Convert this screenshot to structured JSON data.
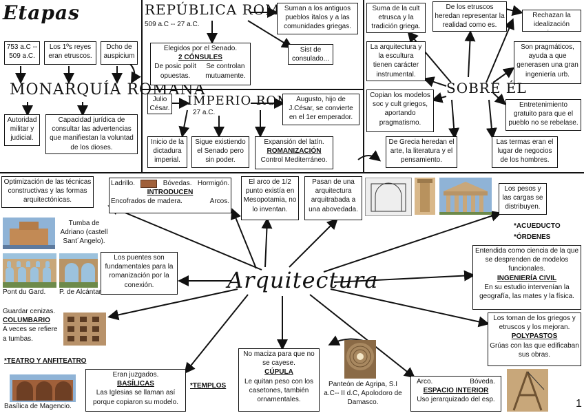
{
  "titles": {
    "etapas": "Etapas",
    "republica": "REPÚBLICA ROMANA",
    "republica_dates": "509 a.C -- 27 a.C.",
    "monarquia": "MONARQUÍA ROMANA",
    "imperio": "IMPERIO ROMANO",
    "imperio_date": "27 a.C.",
    "sobre_el": "SOBRE ÉL",
    "arquitectura": "Arquitectura",
    "page_number": "1"
  },
  "monarquia": {
    "dates": "753 a.C -- 509 a.C.",
    "reyes": "Los 1ºs reyes eran etruscos.",
    "auspicium": "Dcho de auspicium",
    "autoridad": "Autoridad militar y judicial.",
    "capacidad": "Capacidad jurídica de consultar las advertencias que manifiestan la voluntad de los dioses."
  },
  "republica": {
    "suman": "Suman a los antiguos pueblos ítalos y a las comunidades griegas.",
    "elegidos": "Elegidos por el Senado.",
    "consules": "2 CÓNSULES",
    "posic": "De posic polít opuestas.",
    "controlan": "Se controlan mutuamente.",
    "sist": "Sist de consulado..."
  },
  "imperio": {
    "julio": "Julio César.",
    "augusto": "Augusto, hijo de J.César, se convierte en el 1er emperador.",
    "inicio": "Inicio de la dictadura imperial.",
    "sigue": "Sigue existiendo el Senado pero sin poder.",
    "expansion": "Expansión del latín.",
    "romanizacion": "ROMANIZACIÓN",
    "control": "Control Mediterráneo."
  },
  "sobre": {
    "suma": "Suma de la cult etrusca y la tradición griega.",
    "heredan": "De los etruscos heredan representar la realidad como es.",
    "rechazan": "Rechazan la idealización griega.",
    "arq_esc": "La arquitectura y la escultura tienen carácter instrumental.",
    "pragmaticos": "Son pragmáticos, ayuda a que generasen una gran ingeniería urb.",
    "copian": "Copian los modelos soc y cult griegos, aportando pragmatismo.",
    "entretenimiento": "Entretenimiento gratuito para que el pueblo no se rebelase.",
    "grecia": "De Grecia heredan el arte, la literatura y el pensamiento.",
    "termas": "Las termas eran el lugar de negocios de los hombres."
  },
  "arq": {
    "optimizacion": "Optimización de las técnicas constructivas y las formas arquitectónicas.",
    "ladrillo": "Ladrillo.",
    "bovedas": "Bóvedas.",
    "hormigon": "Hormigón.",
    "introducen": "INTRODUCEN",
    "encofrados": "Encofrados de madera.",
    "arcos": "Arcos.",
    "arco_medio": "El arco de 1/2 punto existía en Mesopotamia, no lo inventan.",
    "pasan": "Pasan de una arquitectura arquitrabada a una abovedada.",
    "pesos": "Los pesos y las cargas se distribuyen.",
    "acueducto": "*ACUEDUCTO",
    "ordenes": "*ÓRDENES",
    "tumba": "Tumba de Adriano (castell Sant´Angelo).",
    "puentes": "Los puentes son fundamentales para la romanización por la conexión.",
    "pont": "Pont du Gard.",
    "alcantara": "P. de Alcántara",
    "entendida": "Entendida como ciencia de la que se desprenden de modelos funcionales.",
    "ingenieria": "INGENIERÍA CIVIL",
    "estudio": "En su estudio intervenían la geografía, las mates y la física.",
    "guardar": "Guardar cenizas.",
    "columbario": "COLUMBARIO",
    "aveces": "A veces se refiere a tumbas.",
    "toman": "Los toman de los griegos y etruscos y los mejoran.",
    "polypastos": "POLYPASTOS",
    "gruas": "Grúas con las que edificaban sus obras.",
    "teatro": "*TEATRO Y ANFITEATRO",
    "juzgados": "Eran juzgados.",
    "basilicas": "BASÍLICAS",
    "iglesias": "Las Iglesias se llaman así porque copiaron su modelo.",
    "majencio": "Basílica de Magencio.",
    "templos": "*TEMPLOS",
    "maciza": "No maciza para que no se cayese.",
    "cupula": "CÚPULA",
    "quitan": "Le quitan peso con los casetones, también ornamentales.",
    "panteon": "Panteón de Agripa, S.I a.C-- II d.C, Apolodoro de Damasco.",
    "arco2": "Arco.",
    "boveda2": "Bóveda.",
    "espacio": "ESPACIO INTERIOR",
    "jerarquizado": "Uso jerarquizado del esp."
  },
  "colors": {
    "line": "#111111",
    "stone": "#c8a77a",
    "sky": "#8fb3d6",
    "brick": "#a0603a"
  }
}
